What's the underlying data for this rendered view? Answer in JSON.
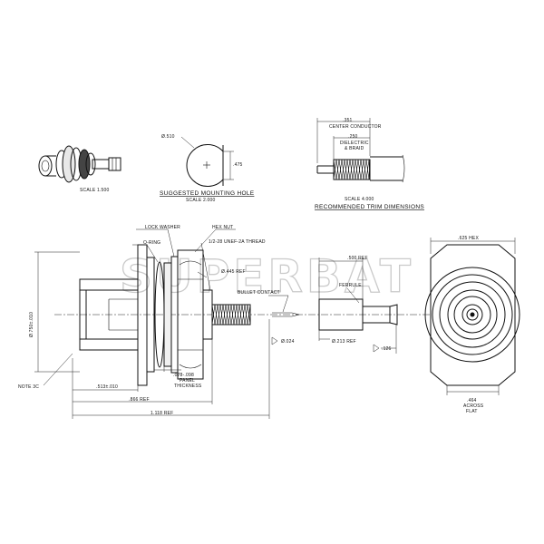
{
  "watermark": "SUPERBAT",
  "views": {
    "iso": {
      "scale": "SCALE 1.500"
    },
    "hole": {
      "title": "SUGGESTED MOUNTING HOLE",
      "scale": "SCALE 2.000",
      "diameter": "Ø.510",
      "flat": ".475"
    },
    "trim": {
      "title": "RECOMMENDED TRIM DIMENSIONS",
      "scale": "SCALE 4.000",
      "center": ".351",
      "center_label": "CENTER CONDUCTOR",
      "dielectric": ".250",
      "dielectric_label": "DIELECTRIC",
      "braid_label": "& BRAID"
    },
    "side": {
      "lock_washer": "LOCK WASHER",
      "o_ring": "O-RING",
      "hex_nut": "HEX NUT",
      "thread": "1/2-28 UNEF-2A THREAD",
      "ref_445": "Ø.445 REF",
      "bullet": "BULLET CONTACT",
      "body_dia": "Ø.750±.010",
      "note": "NOTE 3C",
      "len_513": ".513±.010",
      "panel": ".078-.098",
      "panel_label1": "PANEL",
      "panel_label2": "THICKNESS",
      "len_866": ".866 REF",
      "len_1118": "1.118 REF",
      "ref_500": ".500 REF",
      "ferrule": "FERRULE",
      "pin_dia": "Ø.024",
      "ferrule_dia": "Ø.213 REF",
      "ferrule_end": ".126"
    },
    "front": {
      "hex": ".625 HEX",
      "flat": ".464",
      "flat_label1": "ACROSS",
      "flat_label2": "FLAT"
    }
  }
}
